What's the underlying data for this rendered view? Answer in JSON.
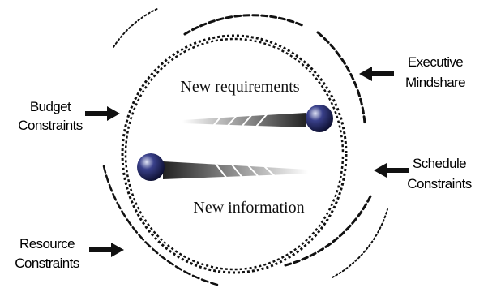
{
  "center": {
    "top_label": "New requirements",
    "bottom_label": "New information"
  },
  "forces": {
    "budget": [
      "Budget",
      "Constraints"
    ],
    "executive": [
      "Executive",
      "Mindshare"
    ],
    "schedule": [
      "Schedule",
      "Constraints"
    ],
    "resource": [
      "Resource",
      "Constraints"
    ]
  },
  "colors": {
    "line": "#111111",
    "ball_light": "#dfe3f5",
    "ball_mid": "#39408a",
    "ball_dark": "#0a0c2a"
  },
  "icons": [
    "force-arrow-icon",
    "sphere-icon",
    "motion-streak-icon"
  ]
}
